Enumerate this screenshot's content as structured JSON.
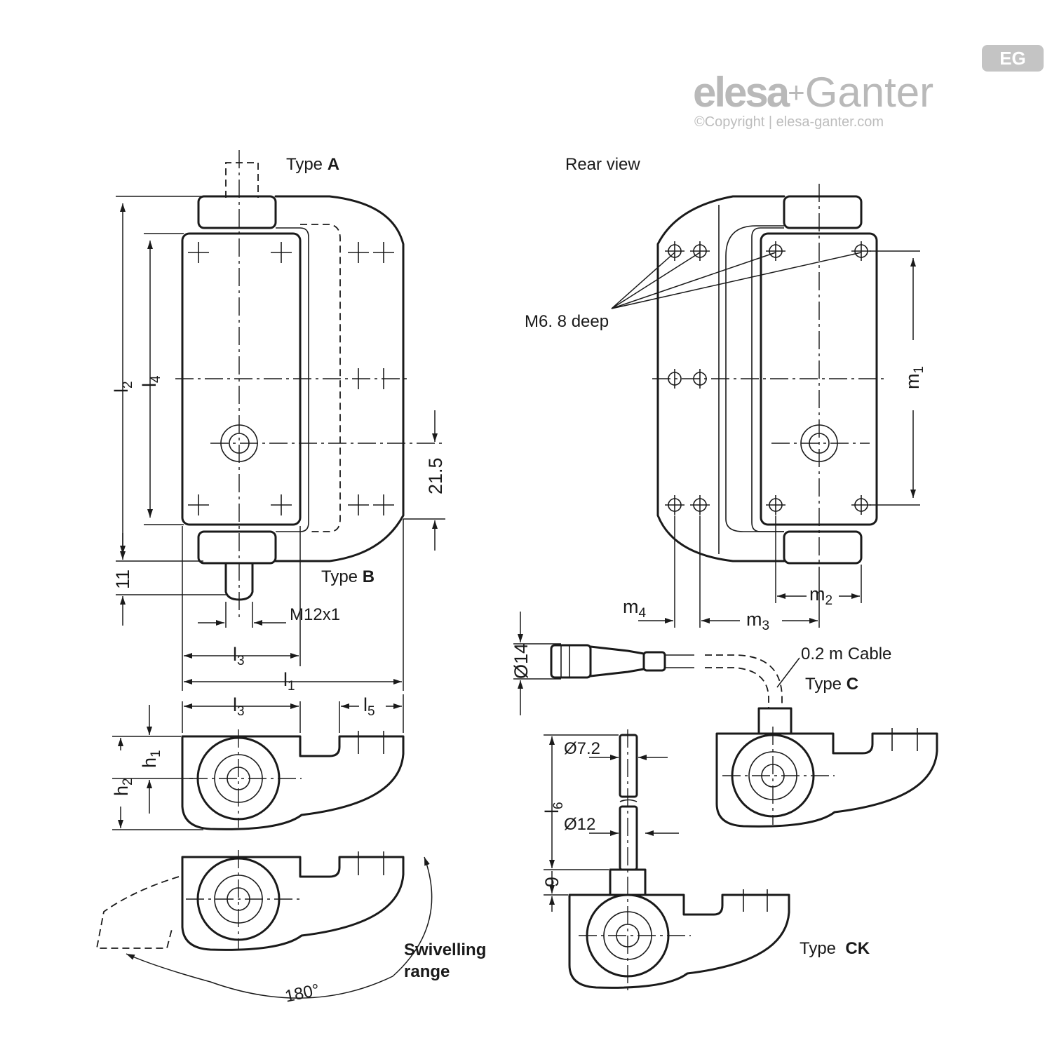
{
  "brand": {
    "name_part1": "elesa",
    "plus": "+",
    "name_part2": "Ganter",
    "copyright": "©Copyright | elesa-ganter.com",
    "badge_text": "EG",
    "color": "#b9b9b9"
  },
  "views": {
    "type_a": "Type A",
    "type_b": "Type B",
    "type_c": "Type C",
    "type_ck": "Type  CK",
    "rear_view": "Rear view",
    "swivelling": [
      "Swivelling",
      "range"
    ]
  },
  "labels": {
    "thread_holes": "M6. 8 deep",
    "connector_thread": "M12x1",
    "cable": "0.2 m Cable",
    "swivel_angle": "180°"
  },
  "dimensions": {
    "l1": {
      "base": "l",
      "sub": "1"
    },
    "l2": {
      "base": "l",
      "sub": "2"
    },
    "l3a": {
      "base": "l",
      "sub": "3"
    },
    "l3b": {
      "base": "l",
      "sub": "3"
    },
    "l4": {
      "base": "l",
      "sub": "4"
    },
    "l5": {
      "base": "l",
      "sub": "5"
    },
    "l6": {
      "base": "l",
      "sub": "6"
    },
    "h1": {
      "base": "h",
      "sub": "1"
    },
    "h2": {
      "base": "h",
      "sub": "2"
    },
    "m1": {
      "base": "m",
      "sub": "1"
    },
    "m2": {
      "base": "m",
      "sub": "2"
    },
    "m3": {
      "base": "m",
      "sub": "3"
    },
    "m4": {
      "base": "m",
      "sub": "4"
    },
    "v_21_5": "21.5",
    "v_11": "11",
    "v_9": "9",
    "d14": "Ø14",
    "d7_2": "Ø7.2",
    "d12": "Ø12"
  }
}
